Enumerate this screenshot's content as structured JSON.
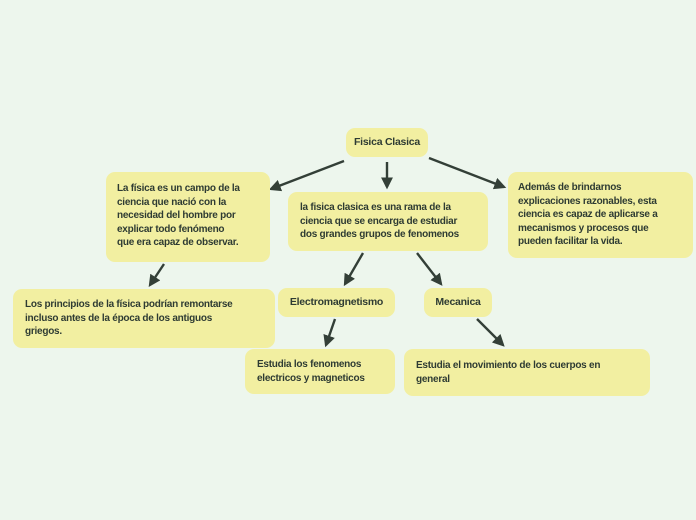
{
  "colors": {
    "bg": "#edf6ed",
    "node-fill": "#f2efa1",
    "text": "#2e3b33",
    "arrow": "#333f37"
  },
  "map": {
    "root": "Fisica Clasica",
    "left_def": "La física es un campo de la\nciencia que nació con la\nnecesidad del hombre por\nexplicar todo fenómeno\nque era capaz de observar.",
    "center_def": "la fisica clasica es una rama de la\nciencia que se encarga de estudiar\ndos grandes grupos de fenomenos",
    "right_def": "Además de brindarnos\nexplicaciones razonables, esta\nciencia es capaz de aplicarse a\nmecanismos y procesos que\npueden facilitar la vida.",
    "history": "Los principios de la física podrían remontarse\nincluso antes de la época de los antiguos\ngriegos.",
    "electromagnetism": "Electromagnetismo",
    "mechanics": "Mecanica",
    "electromagnetism_desc": "Estudia los fenomenos\nelectricos y magneticos",
    "mechanics_desc": "Estudia el movimiento de los cuerpos en\ngeneral"
  }
}
